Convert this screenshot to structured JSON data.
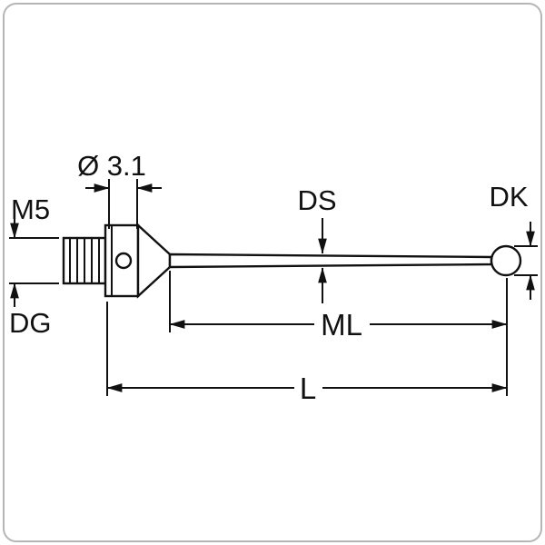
{
  "diagram": {
    "title": "stylus-dimension-drawing",
    "labels": {
      "hole_diameter": "Ø 3.1",
      "thread": "M5",
      "thread_diameter": "DG",
      "stem_diameter": "DS",
      "ball_diameter": "DK",
      "measuring_length": "ML",
      "total_length": "L"
    },
    "colors": {
      "line": "#111111",
      "border": "#b5b5b5",
      "background": "#ffffff"
    }
  }
}
